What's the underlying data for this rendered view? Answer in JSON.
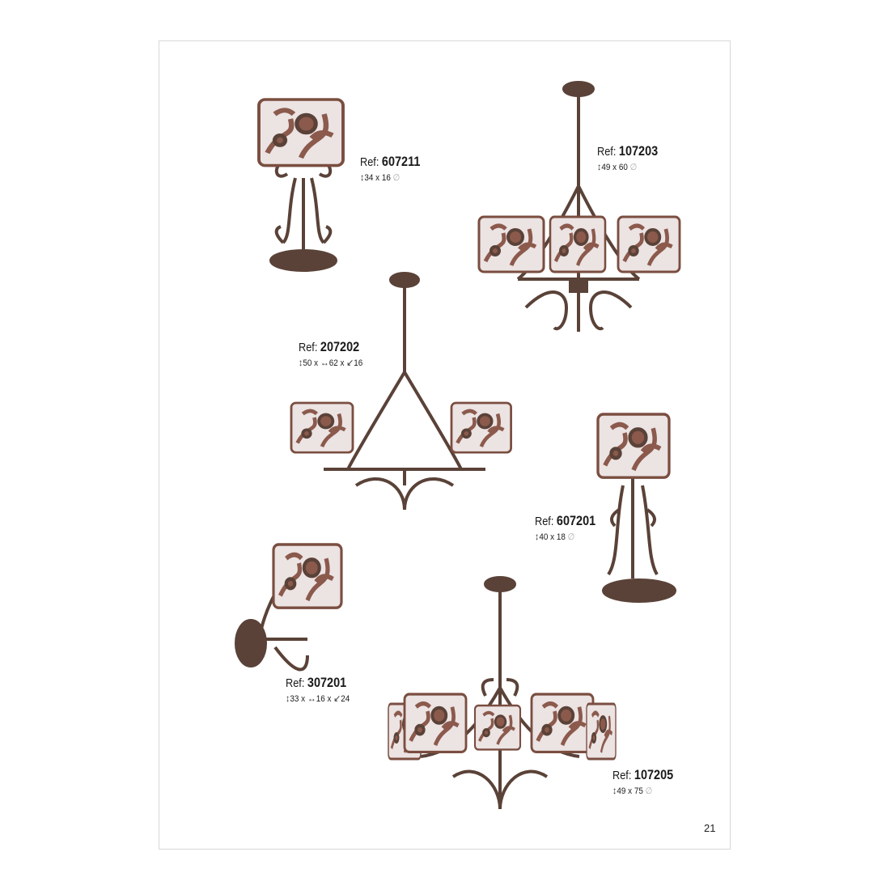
{
  "page_number": "21",
  "ref_prefix": "Ref:",
  "products": [
    {
      "ref": "607211",
      "height": "34",
      "diameter": "16",
      "type": "table-lamp"
    },
    {
      "ref": "107203",
      "height": "49",
      "diameter": "60",
      "type": "chandelier-3"
    },
    {
      "ref": "207202",
      "height": "50",
      "width": "62",
      "depth": "16",
      "type": "chandelier-2"
    },
    {
      "ref": "607201",
      "height": "40",
      "diameter": "18",
      "type": "table-lamp"
    },
    {
      "ref": "307201",
      "height": "33",
      "width": "16",
      "depth": "24",
      "type": "wall-lamp"
    },
    {
      "ref": "107205",
      "height": "49",
      "diameter": "75",
      "type": "chandelier-5"
    }
  ],
  "colors": {
    "metal": "#5a4238",
    "shade": "#ece3e3",
    "pattern": "#8b5a4c"
  }
}
